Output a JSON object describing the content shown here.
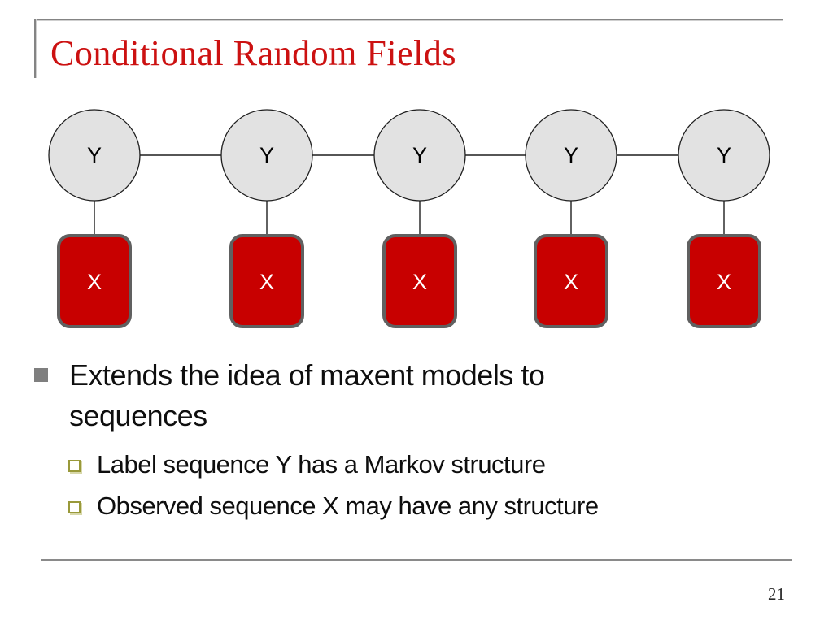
{
  "slide": {
    "title": "Conditional Random Fields",
    "page_number": "21",
    "colors": {
      "title_red": "#cc1111",
      "node_box_red": "#c80000",
      "node_box_border": "#606060",
      "node_circle_fill": "#e2e2e2",
      "node_circle_stroke": "#1f1f1f",
      "edge_line": "#1f1f1f",
      "rule_gray": "#848484",
      "bullet_square_gray": "#7f7f7f",
      "sub_bullet_olive": "#99993a"
    },
    "diagram": {
      "type": "markov-chain-graphical-model",
      "node_count": 5,
      "y_label": "Y",
      "x_label": "X"
    },
    "bullets": [
      {
        "level": 1,
        "text": "Extends the idea of maxent models to sequences"
      },
      {
        "level": 2,
        "text": "Label sequence Y has a Markov structure"
      },
      {
        "level": 2,
        "text": "Observed sequence X may have any structure"
      }
    ]
  }
}
